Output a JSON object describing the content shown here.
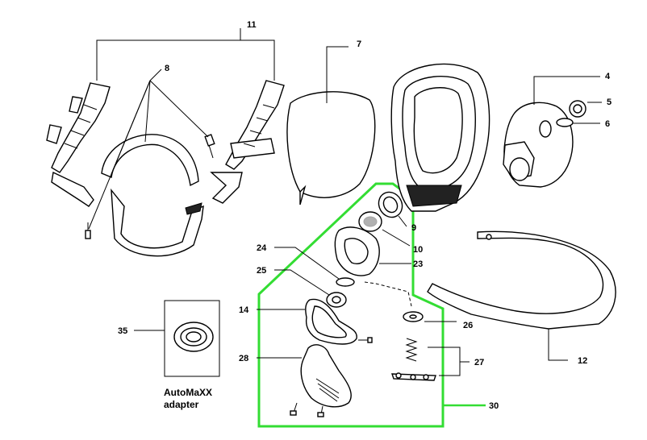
{
  "labels": {
    "l4": "4",
    "l5": "5",
    "l6": "6",
    "l7": "7",
    "l8": "8",
    "l9": "9",
    "l10": "10",
    "l11": "11",
    "l12": "12",
    "l14": "14",
    "l23": "23",
    "l24": "24",
    "l25": "25",
    "l26": "26",
    "l27": "27",
    "l28": "28",
    "l30": "30",
    "l35": "35"
  },
  "adapter_caption": {
    "line1": "AutoMaXX",
    "line2": "adapter"
  },
  "colors": {
    "highlight_outline": "#33dd33",
    "line": "#000000",
    "background": "#ffffff"
  }
}
